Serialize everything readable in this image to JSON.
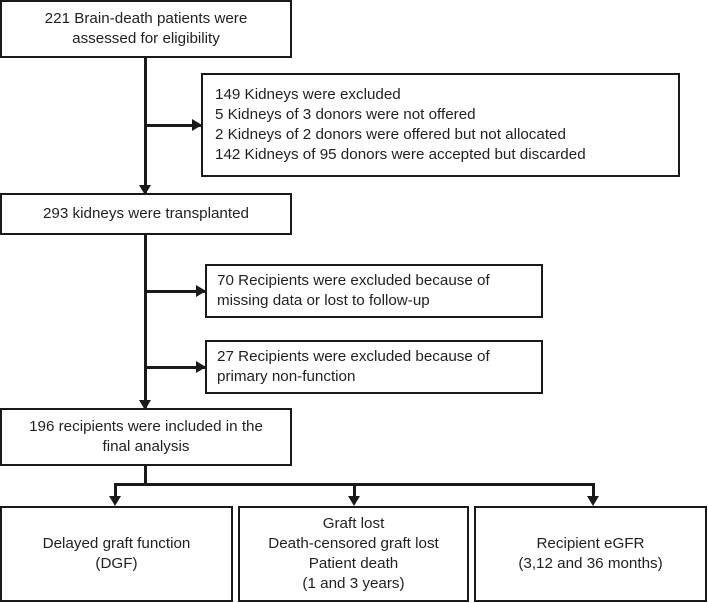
{
  "figure": {
    "type": "flowchart",
    "orientation": "top-to-bottom",
    "colors": {
      "border": "#1a1a1a",
      "text": "#231f20",
      "background": "#ffffff"
    }
  },
  "nodes": {
    "assessed": {
      "label": "221 Brain-death patients were\nassessed for eligibility",
      "count": 221
    },
    "excluded_kidneys": {
      "label": "149 Kidneys were excluded\n   5 Kidneys of 3 donors were not offered\n   2 Kidneys of 2 donors were offered but not allocated\n   142 Kidneys of 95 donors were accepted but discarded",
      "count": 149
    },
    "transplanted": {
      "label": "293 kidneys were transplanted",
      "count": 293
    },
    "excluded_70": {
      "label": "70 Recipients were excluded because of\nmissing data or lost to follow-up",
      "count": 70
    },
    "excluded_27": {
      "label": "27 Recipients were excluded because of\nprimary non-function",
      "count": 27
    },
    "included": {
      "label": "196 recipients were included in the\nfinal analysis",
      "count": 196
    },
    "outcome_dgf": {
      "label": "Delayed graft function\n(DGF)"
    },
    "outcome_graft_lost": {
      "label": "Graft lost\nDeath-censored graft lost\nPatient death\n(1 and 3 years)"
    },
    "outcome_egfr": {
      "label": "Recipient eGFR\n(3,12 and 36 months)"
    }
  },
  "edges": [
    {
      "from": "assessed",
      "to": "transplanted",
      "kind": "arrow-down"
    },
    {
      "from": "assessed",
      "to": "excluded_kidneys",
      "kind": "arrow-right"
    },
    {
      "from": "transplanted",
      "to": "included",
      "kind": "arrow-down"
    },
    {
      "from": "transplanted",
      "to": "excluded_70",
      "kind": "arrow-right"
    },
    {
      "from": "transplanted",
      "to": "excluded_27",
      "kind": "arrow-right"
    },
    {
      "from": "included",
      "to": "outcome_dgf",
      "kind": "arrow-down"
    },
    {
      "from": "included",
      "to": "outcome_graft_lost",
      "kind": "arrow-down"
    },
    {
      "from": "included",
      "to": "outcome_egfr",
      "kind": "arrow-down"
    }
  ]
}
